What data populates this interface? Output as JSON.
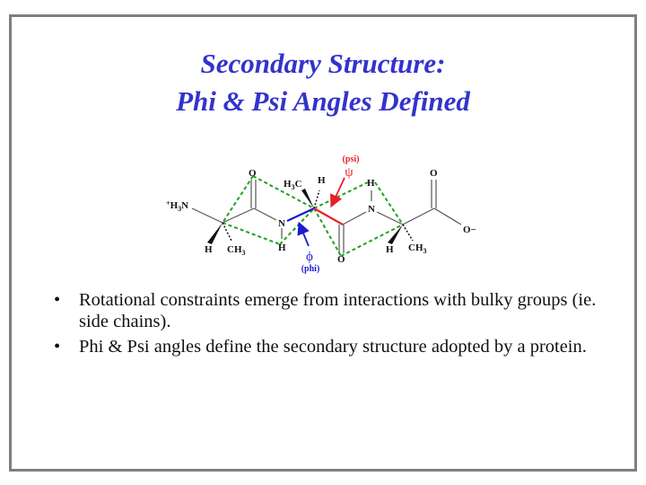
{
  "slide": {
    "title_line1": "Secondary Structure:",
    "title_line2": "Phi & Psi Angles Defined",
    "bullets": [
      {
        "marker": "•",
        "text": "Rotational constraints emerge from interactions with bulky groups (ie. side chains)."
      },
      {
        "marker": "•",
        "text": "Phi & Psi angles define the secondary structure adopted by a protein."
      }
    ]
  },
  "diagram": {
    "labels": {
      "n_terminus": "+H3N",
      "o_left": "O",
      "h_left": "H",
      "ch3_left": "CH3",
      "n_left": "N",
      "h_nleft": "H",
      "h3c_center": "H3C",
      "h_center": "H",
      "o_center": "O",
      "n_right": "N",
      "h_nright": "H",
      "h_right": "H",
      "ch3_right": "CH3",
      "o_top_right": "O",
      "o_minus": "O−",
      "psi_symbol": "ψ",
      "psi_name": "(psi)",
      "phi_symbol": "ϕ",
      "phi_name": "(phi)"
    },
    "colors": {
      "title": "#3333cc",
      "psi": "#e8202a",
      "phi": "#1a1ad0",
      "hbond": "#22a022",
      "bond": "#555555",
      "frame": "#7f7f7f"
    }
  }
}
